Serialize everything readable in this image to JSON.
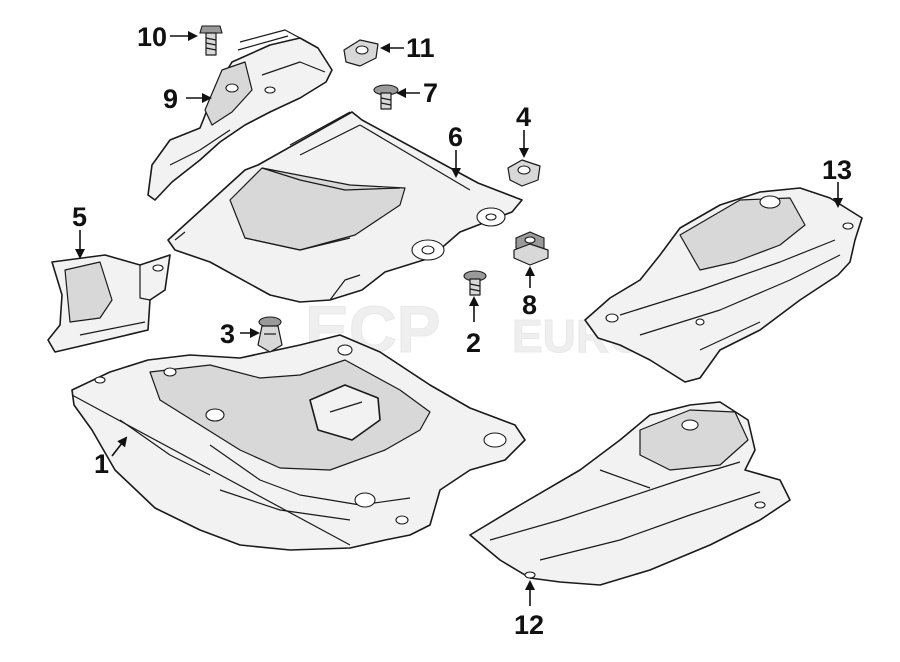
{
  "diagram": {
    "callouts": [
      {
        "id": "c1",
        "label": "1"
      },
      {
        "id": "c2",
        "label": "2"
      },
      {
        "id": "c3",
        "label": "3"
      },
      {
        "id": "c4",
        "label": "4"
      },
      {
        "id": "c5",
        "label": "5"
      },
      {
        "id": "c6",
        "label": "6"
      },
      {
        "id": "c7",
        "label": "7"
      },
      {
        "id": "c8",
        "label": "8"
      },
      {
        "id": "c9",
        "label": "9"
      },
      {
        "id": "c10",
        "label": "10"
      },
      {
        "id": "c11",
        "label": "11"
      },
      {
        "id": "c12",
        "label": "12"
      },
      {
        "id": "c13",
        "label": "13"
      }
    ],
    "watermark": {
      "brand_left": "ECP",
      "brand_right": "EURO"
    }
  },
  "colors": {
    "line": "#1a1a1a",
    "fill": "#f2f2f2",
    "shade": "#d8d8d8",
    "watermark": "#e6e6e6"
  }
}
